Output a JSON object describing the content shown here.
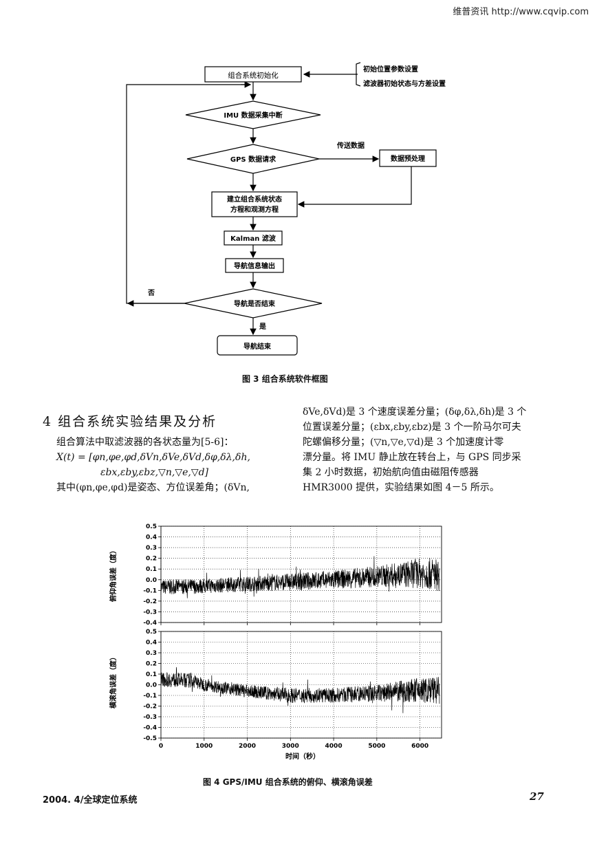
{
  "header": {
    "watermark": "维普资讯 http://www.cqvip.com"
  },
  "flowchart": {
    "nodes": {
      "init": "组合系统初始化",
      "note1": "初始位置参数设置",
      "note2": "滤波器初始状态与方差设置",
      "imu": "IMU 数据采集中断",
      "gps": "GPS 数据请求",
      "send": "传送数据",
      "preprocess": "数据预处理",
      "model1": "建立组合系统状态",
      "model2": "方程和观测方程",
      "kalman": "Kalman 滤波",
      "output": "导航信息输出",
      "no": "否",
      "decision": "导航是否结束",
      "yes": "是",
      "end": "导航结束"
    },
    "caption": "图 3    组合系统软件框图"
  },
  "section": {
    "title": "4   组合系统实验结果及分析"
  },
  "left_column": [
    "组合算法中取滤波器的各状态量为[5-6]：",
    "X(t) = [φn,φe,φd,δVn,δVe,δVd,δφ,δλ,δh,",
    "εbx,εby,εbz,▽n,▽e,▽d]",
    "其中(φn,φe,φd)是姿态、方位误差角；(δVn,"
  ],
  "right_column": [
    "δVe,δVd)是 3 个速度误差分量；(δφ,δλ,δh)是 3 个",
    "位置误差分量；(εbx,εby,εbz)是 3 个一阶马尔可夫",
    "陀螺偏移分量；(▽n,▽e,▽d)是 3 个加速度计零",
    "漂分量。将 IMU 静止放在转台上，与 GPS 同步采",
    "集 2 小时数据，初始航向值由磁阻传感器",
    "HMR3000 提供，实验结果如图 4－5 所示。"
  ],
  "chart_data": {
    "type": "line",
    "xlabel": "时间（秒）",
    "xlim": [
      0,
      6500
    ],
    "x_ticks": [
      "0",
      "1000",
      "2000",
      "3000",
      "4000",
      "5000",
      "6000"
    ],
    "top": {
      "ylabel": "俯仰角误差（度）",
      "ylim": [
        -0.4,
        0.5
      ],
      "y_ticks": [
        "0.5",
        "0.4",
        "0.3",
        "0.2",
        "0.1",
        "0.0",
        "-0.1",
        "-0.2",
        "-0.3",
        "-0.4"
      ],
      "trend_x": [
        0,
        1000,
        2000,
        3000,
        4000,
        5000,
        6000,
        6500
      ],
      "trend_y": [
        -0.07,
        -0.06,
        -0.04,
        -0.02,
        0.0,
        0.03,
        0.06,
        0.05
      ],
      "noise_amplitude": [
        0.07,
        0.07,
        0.07,
        0.08,
        0.09,
        0.1,
        0.14,
        0.16
      ]
    },
    "bottom": {
      "ylabel": "横滚角误差（度）",
      "ylim": [
        -0.5,
        0.5
      ],
      "y_ticks": [
        "0.5",
        "0.4",
        "0.3",
        "0.2",
        "0.1",
        "0.0",
        "-0.1",
        "-0.2",
        "-0.3",
        "-0.4",
        "-0.5"
      ],
      "trend_x": [
        0,
        700,
        1000,
        2000,
        3000,
        4000,
        5000,
        6000,
        6500
      ],
      "trend_y": [
        0.05,
        0.04,
        0.0,
        -0.06,
        -0.1,
        -0.1,
        -0.08,
        -0.05,
        -0.06
      ],
      "noise_amplitude": [
        0.07,
        0.07,
        0.06,
        0.06,
        0.07,
        0.07,
        0.08,
        0.12,
        0.14
      ]
    },
    "caption": "图 4    GPS/IMU 组合系统的俯仰、横滚角误差"
  },
  "footer": {
    "journal": "2004. 4/全球定位系统",
    "page": "27"
  }
}
